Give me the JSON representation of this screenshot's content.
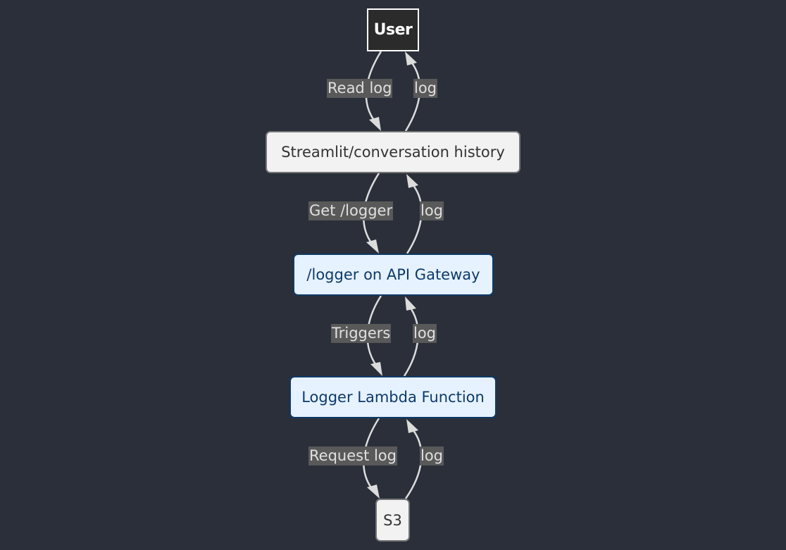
{
  "nodes": {
    "user": "User",
    "streamlit": "Streamlit/conversation history",
    "gateway": "/logger on API Gateway",
    "lambda": "Logger Lambda Function",
    "s3": "S3"
  },
  "edges": [
    {
      "from": "User",
      "to": "Streamlit/conversation history",
      "label": "Read log"
    },
    {
      "from": "Streamlit/conversation history",
      "to": "User",
      "label": "log"
    },
    {
      "from": "Streamlit/conversation history",
      "to": "/logger on API Gateway",
      "label": "Get /logger"
    },
    {
      "from": "/logger on API Gateway",
      "to": "Streamlit/conversation history",
      "label": "log"
    },
    {
      "from": "/logger on API Gateway",
      "to": "Logger Lambda Function",
      "label": "Triggers"
    },
    {
      "from": "Logger Lambda Function",
      "to": "/logger on API Gateway",
      "label": "log"
    },
    {
      "from": "Logger Lambda Function",
      "to": "S3",
      "label": "Request log"
    },
    {
      "from": "S3",
      "to": "Logger Lambda Function",
      "label": "log"
    }
  ],
  "colors": {
    "background": "#2a2f3a",
    "edge": "#dcdcdc",
    "label_bg": "#595959",
    "blue_node_fill": "#e6f2ff",
    "blue_node_border": "#0f3a66",
    "gray_node_fill": "#f2f2f2",
    "user_node_fill": "#2b2b2b"
  }
}
